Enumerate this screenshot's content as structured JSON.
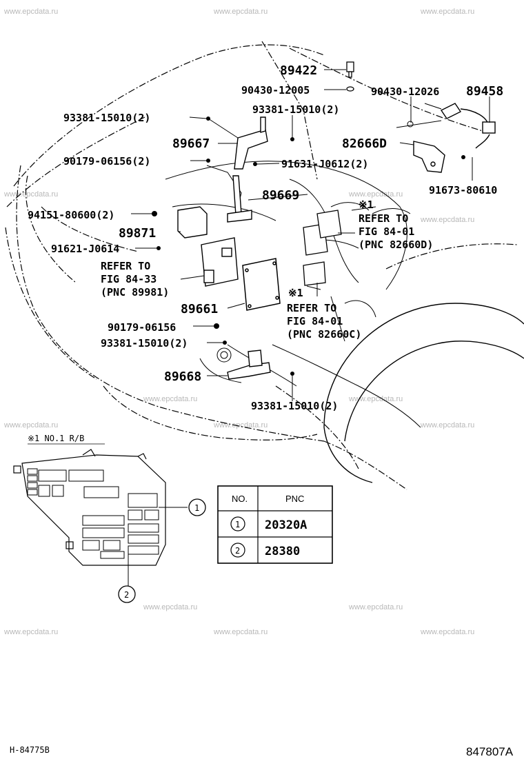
{
  "watermark": "www.epcdata.ru",
  "diagram_id": "847807A",
  "figure_ref": "H-84775B",
  "part_labels": {
    "p89422": "89422",
    "p90430_12005": "90430-12005",
    "p90430_12026": "90430-12026",
    "p89458": "89458",
    "p93381_top_left": "93381-15010(2)",
    "p93381_top_mid": "93381-15010(2)",
    "p89667": "89667",
    "p82666d": "82666D",
    "p90179_top": "90179-06156(2)",
    "p91631": "91631-J0612(2)",
    "p91673": "91673-80610",
    "p89669": "89669",
    "p94151": "94151-80600(2)",
    "p89871": "89871",
    "p91621": "91621-J0614",
    "p89661": "89661",
    "p90179_mid": "90179-06156",
    "p93381_mid": "93381-15010(2)",
    "p89668": "89668",
    "p93381_bottom": "93381-15010(2)"
  },
  "references": {
    "ref_84_01_d": [
      "REFER TO",
      "FIG 84-01",
      "(PNC 82660D)"
    ],
    "ref_84_33": [
      "REFER TO",
      "FIG 84-33",
      "(PNC 89981)"
    ],
    "ref_84_01_c": [
      "REFER TO",
      "FIG 84-01",
      "(PNC 82660C)"
    ]
  },
  "note_marks": {
    "mark1_a": "※1",
    "mark1_b": "※1"
  },
  "inset": {
    "caption": "※1  NO.1 R/B",
    "callout_1": "1",
    "callout_2": "2"
  },
  "table": {
    "headers": [
      "NO.",
      "PNC"
    ],
    "rows": [
      {
        "no": "1",
        "pnc": "20320A"
      },
      {
        "no": "2",
        "pnc": "28380"
      }
    ]
  }
}
